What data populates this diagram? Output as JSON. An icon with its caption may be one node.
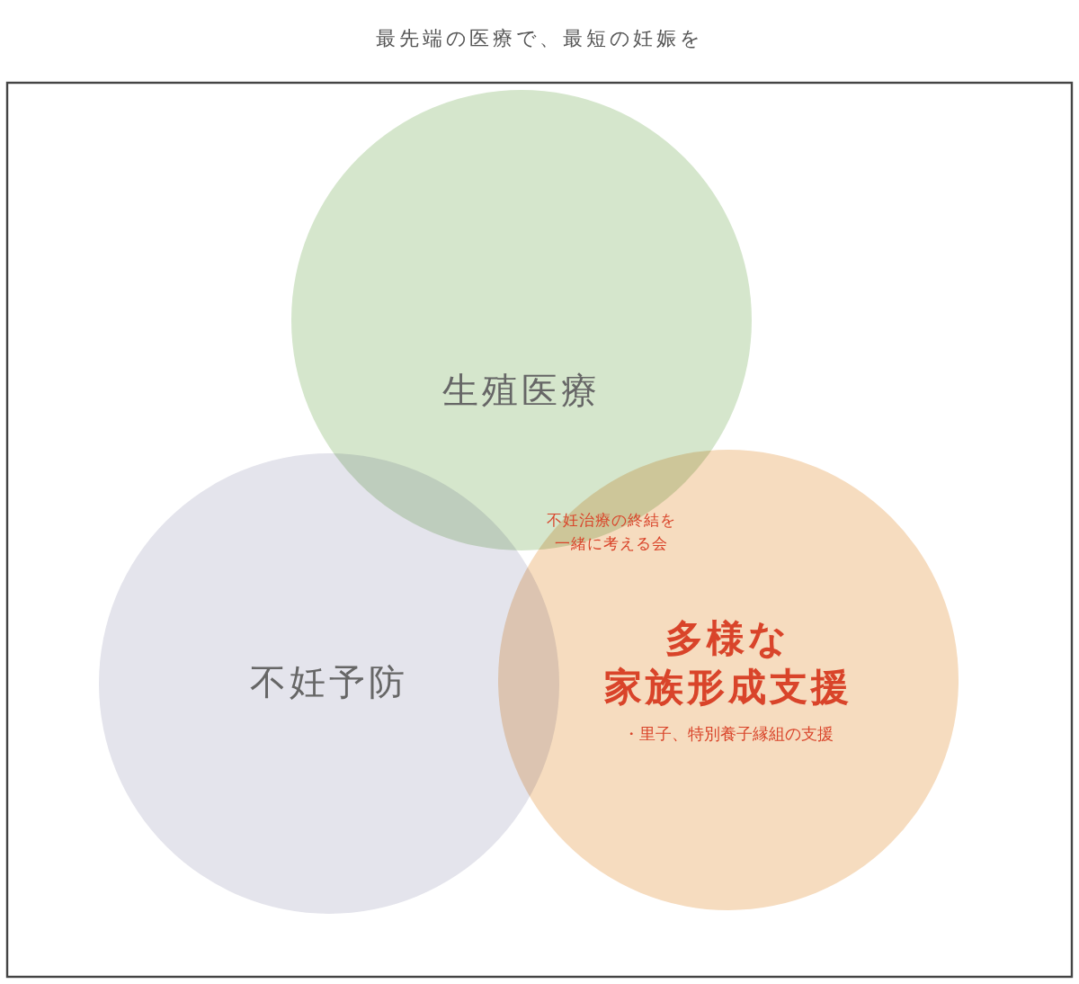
{
  "diagram": {
    "title": "最先端の医療で、最短の妊娠を",
    "nodes": [
      {
        "text": [
          "生殖医療"
        ]
      },
      {
        "text": [
          "不妊予防"
        ]
      },
      {
        "text": [
          "多様な家族形成支援",
          "・里子、特別養子縁組の支援"
        ]
      }
    ],
    "edges": [],
    "labels": [
      "不妊治療の終結を一緒に考える会"
    ]
  }
}
